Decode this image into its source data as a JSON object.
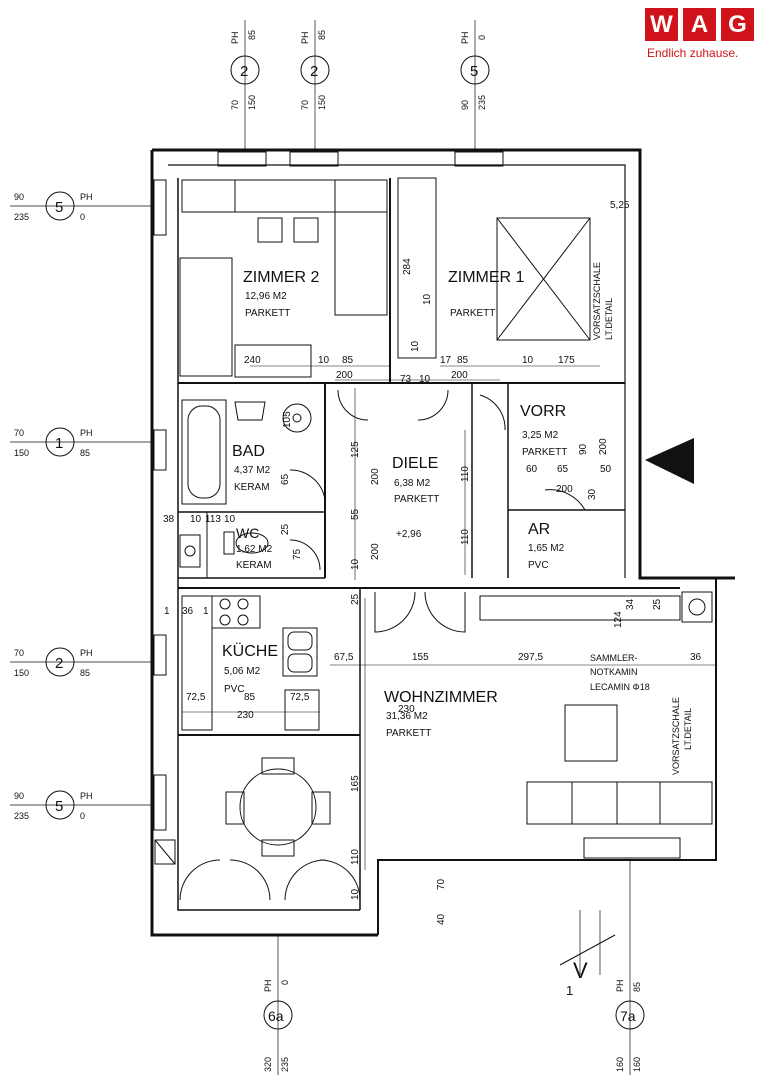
{
  "brand": {
    "letters": [
      "W",
      "A",
      "G"
    ],
    "tagline": "Endlich zuhause.",
    "color": "#d0121b"
  },
  "rooms": {
    "zimmer2": {
      "name": "ZIMMER 2",
      "area": "12,96 M2",
      "floor": "PARKETT"
    },
    "zimmer1": {
      "name": "ZIMMER 1",
      "area": "",
      "floor": "PARKETT"
    },
    "bad": {
      "name": "BAD",
      "area": "4,37 M2",
      "floor": "KERAM"
    },
    "wc": {
      "name": "WC",
      "area": "1,62 M2",
      "floor": "KERAM"
    },
    "diele": {
      "name": "DIELE",
      "area": "6,38 M2",
      "floor": "PARKETT",
      "level": "+2,96"
    },
    "vorr": {
      "name": "VORR",
      "area": "3,25 M2",
      "floor": "PARKETT"
    },
    "ar": {
      "name": "AR",
      "area": "1,65 M2",
      "floor": "PVC"
    },
    "kueche": {
      "name": "KÜCHE",
      "area": "5,06 M2",
      "floor": "PVC"
    },
    "wohnzimmer": {
      "name": "WOHNZIMMER",
      "area": "31,36 M2",
      "floor": "PARKETT"
    }
  },
  "annotations": {
    "vorsatzschale_1": "VORSATZSCHALE",
    "vorsatzschale_2": "VORSATZSCHALE",
    "lt_detail": "LT.DETAIL",
    "sammler_1": "SAMMLER-",
    "sammler_2": "NOTKAMIN",
    "sammler_3": "LECAMIN Φ18",
    "level_mark": "V",
    "level_number": "1"
  },
  "windows": {
    "top_left": {
      "ph": "PH",
      "ph_value": "85",
      "sill": "70",
      "width": "150",
      "num": "2"
    },
    "top_mid": {
      "ph": "PH",
      "ph_value": "85",
      "sill": "70",
      "width": "150",
      "num": "2"
    },
    "top_right": {
      "ph": "PH",
      "ph_value": "0",
      "sill": "90",
      "width": "235",
      "num": "5"
    },
    "left_1": {
      "top": "90",
      "bottom": "235",
      "num": "5",
      "ph": "PH",
      "ph_value": "0"
    },
    "left_2": {
      "top": "70",
      "bottom": "150",
      "num": "1",
      "ph": "PH",
      "ph_value": "85"
    },
    "left_3": {
      "top": "70",
      "bottom": "150",
      "num": "2",
      "ph": "PH",
      "ph_value": "85"
    },
    "left_4": {
      "top": "90",
      "bottom": "235",
      "num": "5",
      "ph": "PH",
      "ph_value": "0"
    },
    "bottom_left": {
      "ph": "PH",
      "ph_value": "0",
      "num": "6a",
      "sill": "320",
      "width": "235"
    },
    "bottom_right": {
      "ph": "PH",
      "ph_value": "85",
      "num": "7a",
      "sill": "160",
      "width": "160"
    }
  },
  "dimensions": {
    "d240": "240",
    "d10a": "10",
    "d85a": "85",
    "d10b": "10",
    "d175": "175",
    "d200a": "200",
    "d73": "73",
    "d10c": "10",
    "d17": "17",
    "d85b": "85",
    "d200b": "200",
    "d284": "284",
    "d10d": "10",
    "d10e": "10",
    "d525": "5,25",
    "d105": "105",
    "d125": "125",
    "d200c": "200",
    "d55": "55",
    "d200d": "200",
    "d10f": "10",
    "d110a": "110",
    "d110b": "110",
    "d25a": "25",
    "d65a": "65",
    "d75": "75",
    "d38": "38",
    "d101": "10",
    "d113": "113",
    "d10g": "10",
    "d60": "60",
    "d65b": "65",
    "d50": "50",
    "d200e": "200",
    "d30": "30",
    "d90": "90",
    "d200f": "200",
    "d1": "1",
    "d36a": "36",
    "d1b": "1",
    "d725a": "72,5",
    "d85c": "85",
    "d725b": "72,5",
    "d230a": "230",
    "d675": "67,5",
    "d155": "155",
    "d2975": "297,5",
    "d36b": "36",
    "d25b": "25",
    "d25c": "25",
    "d124": "124",
    "d34": "34",
    "d230b": "230",
    "d165": "165",
    "d110c": "110",
    "d70": "70",
    "d40": "40",
    "d10h": "10"
  }
}
